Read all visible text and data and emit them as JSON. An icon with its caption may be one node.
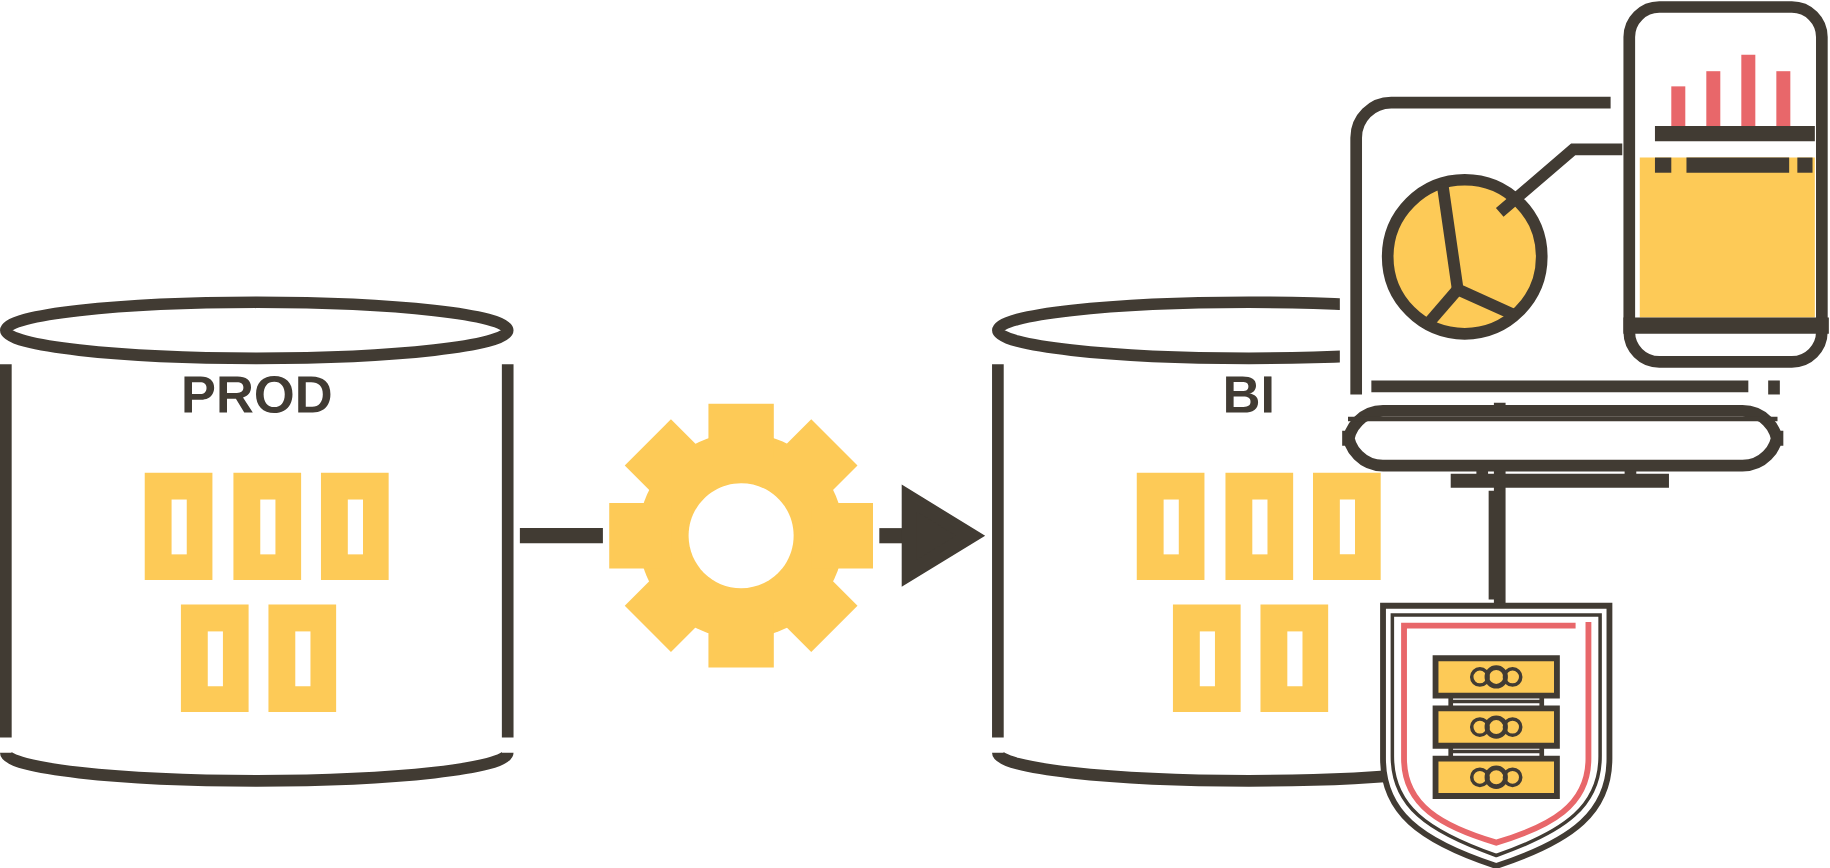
{
  "diagram": {
    "nodes": [
      {
        "text": [
          "PROD"
        ]
      },
      {
        "text": [
          "BI"
        ]
      },
      {
        "text": [],
        "shape": "gear"
      },
      {
        "text": [],
        "shape": "monitor"
      },
      {
        "text": [],
        "shape": "shield"
      }
    ],
    "edges": [
      {
        "from": 0,
        "to": 2,
        "arrow": "none"
      },
      {
        "from": 2,
        "to": 1,
        "arrow": "to"
      },
      {
        "from": 3,
        "to": 4,
        "arrow": "none"
      }
    ]
  }
}
